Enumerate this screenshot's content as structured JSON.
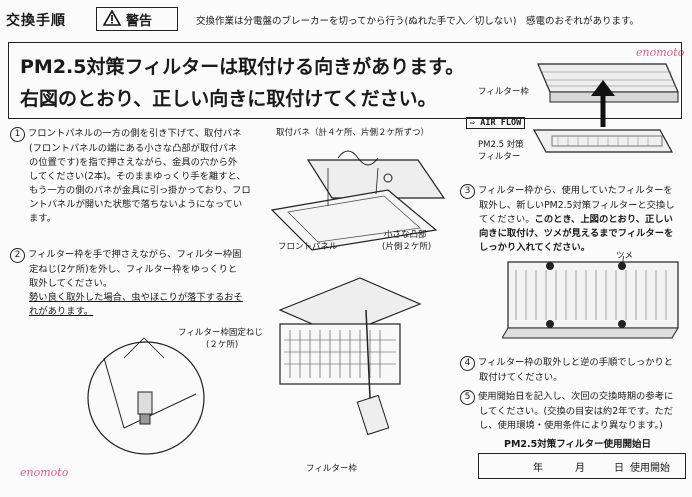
{
  "header": {
    "title": "交換手順",
    "warning_label": "警告",
    "warning_text": "交換作業は分電盤のブレーカーを切ってから行う(ぬれた手で入／切しない)　感電のおそれがあります。"
  },
  "headline": {
    "line1": "PM2.5対策フィルターは取付ける向きがあります。",
    "line2": "右図のとおり、正しい向きに取付けてください。"
  },
  "watermark": "enomoto",
  "diagram_top_right": {
    "filter_frame": "フィルター枠",
    "air_flow": "AIR FLOW",
    "pm_filter_l1": "PM2.5 対策",
    "pm_filter_l2": "フィルター"
  },
  "step1": {
    "num": "1",
    "lines": [
      "フロントパネルの一方の側を引き下げて、取付パネ",
      "(フロントパネルの端にある小さな凸部が取付パネ",
      "の位置です)を指で押さえながら、金具の穴から外",
      "してください(2本)。そのままゆっくり手を離すと、",
      "もう一方の側のバネが金具に引っ掛かっており、フロ",
      "ントパネルが開いた状態で落ちないようになってい",
      "ます。"
    ],
    "label_spring": "取付バネ（計４ケ所、片側２ケ所ずつ）",
    "label_panel": "フロントパネル",
    "label_bump_l1": "小さな凸部",
    "label_bump_l2": "(片側２ケ所)"
  },
  "step2": {
    "num": "2",
    "lines": [
      "フィルター枠を手で押さえながら、フィルター枠固",
      "定ねじ(2ケ所)を外し、フィルター枠をゆっくりと",
      "取外してください。"
    ],
    "warn_lines": [
      "勢い良く取外した場合、虫やほこりが落下するおそ",
      "れがあります。"
    ],
    "label_screw_l1": "フィルター枠固定ねじ",
    "label_screw_l2": "(２ケ所)",
    "label_frame": "フィルター枠"
  },
  "step3": {
    "num": "3",
    "lines": [
      "フィルター枠から、使用していたフィルターを",
      "取外し、新しいPM2.5対策フィルターと交換し",
      "てください。"
    ],
    "bold_lines": [
      "このとき、上図のとおり、正しい",
      "向きに取付け、ツメが見えるまでフィルターを",
      "しっかり入れてください。"
    ],
    "label_tab": "ツメ"
  },
  "step4": {
    "num": "4",
    "lines": [
      "フィルター枠の取外しと逆の手順でしっかりと",
      "取付けてください。"
    ]
  },
  "step5": {
    "num": "5",
    "lines": [
      "使用開始日を記入し、次回の交換時期の参考に",
      "してください。(交換の目安は約2年です。ただ",
      "し、使用環境・使用条件により異なります。)"
    ],
    "date_title": "PM2.5対策フィルター使用開始日",
    "date_year": "年",
    "date_month": "月",
    "date_day": "日",
    "date_start": "使用開始"
  }
}
